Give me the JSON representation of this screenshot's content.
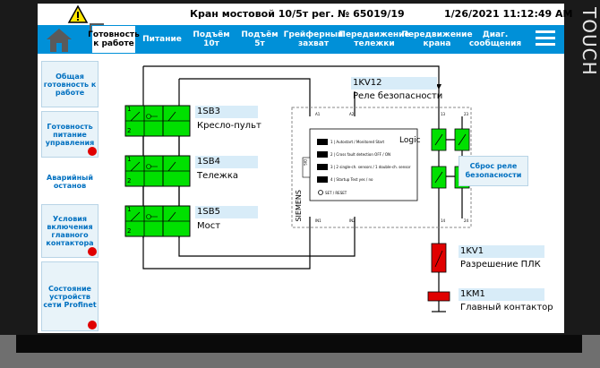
{
  "header": {
    "title": "Кран мостовой 10/5т  рег. № 65019/19",
    "datetime": "1/26/2021 11:12:49 AM",
    "help_badge": "?"
  },
  "nav": {
    "tabs": [
      {
        "label": "Готовность к работе",
        "active": true
      },
      {
        "label": "Питание",
        "active": false
      },
      {
        "label": "Подъём 10т",
        "active": false
      },
      {
        "label": "Подъём 5т",
        "active": false
      },
      {
        "label": "Грейферный захват",
        "active": false
      },
      {
        "label": "Передвижение тележки",
        "active": false
      },
      {
        "label": "Передвижение крана",
        "active": false
      },
      {
        "label": "Диаг. сообщения",
        "active": false
      }
    ]
  },
  "sidebar": {
    "items": [
      {
        "label": "Общая готовность к работе",
        "alarm": false
      },
      {
        "label": "Готовность питание управления",
        "alarm": true
      },
      {
        "label": "Аварийный останов",
        "alarm": false,
        "selected": true
      },
      {
        "label": "Условия включения главного контактора",
        "alarm": true
      },
      {
        "label": "Состояние устройств сети Profinet",
        "alarm": true
      }
    ]
  },
  "diagram": {
    "relay": {
      "tag": "1KV12",
      "name": "Реле безопасности"
    },
    "switches": [
      {
        "tag": "1SB3",
        "name": "Кресло-пульт"
      },
      {
        "tag": "1SB4",
        "name": "Тележка"
      },
      {
        "tag": "1SB5",
        "name": "Мост"
      }
    ],
    "module": {
      "brand": "SIEMENS",
      "logic": "Logic",
      "terminals_top": [
        "A1",
        "A2",
        "13",
        "23"
      ],
      "terminals_bottom": [
        "IN1",
        "IN2",
        "14",
        "24"
      ],
      "side_label": "DIS",
      "options": [
        "1 | Autostart / Monitored Start",
        "2 | Cross fault detection OFF / ON",
        "3 | 2 single-ch. sensors / 1 double-ch. sensor",
        "4 | Startup Test yes / no"
      ],
      "set_reset": "SET / RESET"
    },
    "outputs": [
      {
        "tag": "1KV1",
        "name": "Разрешение ПЛК"
      },
      {
        "tag": "1KM1",
        "name": "Главный контактор"
      }
    ],
    "reset_button": "Сброс реле безопасности",
    "contact_numbers": [
      "1",
      "2"
    ]
  },
  "bezel": {
    "brand": "TOUCH"
  },
  "colors": {
    "nav_blue": "#0090d8",
    "switch_green": "#00e000",
    "alarm_red": "#e00000",
    "label_bg": "#d8ecf8"
  },
  "icons": [
    "warning-icon",
    "home-icon",
    "menu-icon"
  ]
}
